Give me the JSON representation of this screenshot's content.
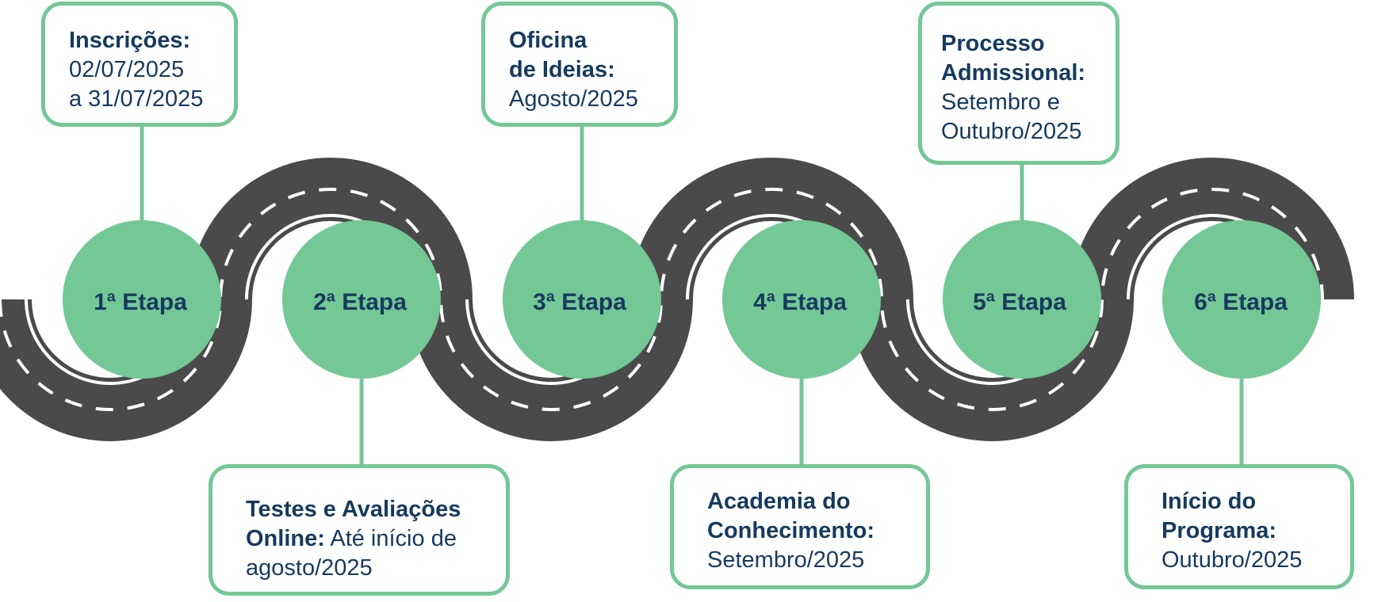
{
  "colors": {
    "accent": "#74c896",
    "text": "#163a5f",
    "road": "#4a4a4a",
    "road_marking": "#ffffff"
  },
  "stages": [
    {
      "label": "1ª Etapa",
      "position": "top",
      "lines": [
        {
          "bold": "Inscrições:",
          "text": ""
        },
        {
          "bold": "",
          "text": "02/07/2025"
        },
        {
          "bold": "",
          "text": "a 31/07/2025"
        }
      ]
    },
    {
      "label": "2ª Etapa",
      "position": "bottom",
      "lines": [
        {
          "bold": "Testes e Avaliações",
          "text": ""
        },
        {
          "bold": "Online:",
          "text": " Até início de"
        },
        {
          "bold": "",
          "text": "agosto/2025"
        }
      ]
    },
    {
      "label": "3ª Etapa",
      "position": "top",
      "lines": [
        {
          "bold": "Oficina",
          "text": ""
        },
        {
          "bold": "de Ideias:",
          "text": ""
        },
        {
          "bold": "",
          "text": "Agosto/2025"
        }
      ]
    },
    {
      "label": "4ª Etapa",
      "position": "bottom",
      "lines": [
        {
          "bold": "Academia do",
          "text": ""
        },
        {
          "bold": "Conhecimento:",
          "text": ""
        },
        {
          "bold": "",
          "text": "Setembro/2025"
        }
      ]
    },
    {
      "label": "5ª Etapa",
      "position": "top",
      "lines": [
        {
          "bold": "Processo",
          "text": ""
        },
        {
          "bold": "Admissional:",
          "text": ""
        },
        {
          "bold": "",
          "text": "Setembro  e"
        },
        {
          "bold": "",
          "text": "Outubro/2025"
        }
      ]
    },
    {
      "label": "6ª Etapa",
      "position": "bottom",
      "lines": [
        {
          "bold": "Início do",
          "text": ""
        },
        {
          "bold": "Programa:",
          "text": ""
        },
        {
          "bold": "",
          "text": "Outubro/2025"
        }
      ]
    }
  ]
}
